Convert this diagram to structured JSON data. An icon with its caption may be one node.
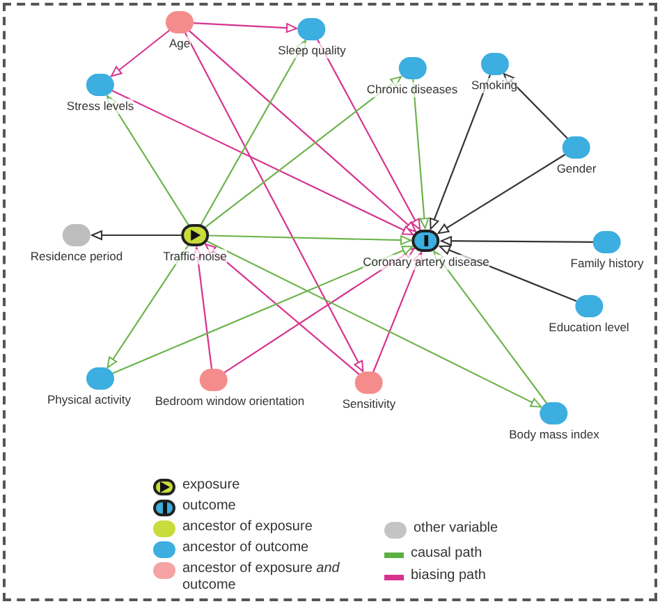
{
  "diagram": {
    "nodes": [
      {
        "text": [
          "Age"
        ]
      },
      {
        "text": [
          "Sleep quality"
        ]
      },
      {
        "text": [
          "Stress levels"
        ]
      },
      {
        "text": [
          "Chronic diseases"
        ]
      },
      {
        "text": [
          "Smoking"
        ]
      },
      {
        "text": [
          "Gender"
        ]
      },
      {
        "text": [
          "Residence period"
        ]
      },
      {
        "text": [
          "Traffic noise"
        ]
      },
      {
        "text": [
          "Coronary artery disease"
        ]
      },
      {
        "text": [
          "Family history"
        ]
      },
      {
        "text": [
          "Education level"
        ]
      },
      {
        "text": [
          "Physical activity"
        ]
      },
      {
        "text": [
          "Bedroom window orientation"
        ]
      },
      {
        "text": [
          "Sensitivity"
        ]
      },
      {
        "text": [
          "Body mass index"
        ]
      }
    ],
    "edges": [
      {
        "from": 0,
        "to": 1,
        "arrow": "to",
        "color": "#d6338f"
      },
      {
        "from": 0,
        "to": 2,
        "arrow": "to",
        "color": "#d6338f"
      },
      {
        "from": 0,
        "to": 8,
        "arrow": "to",
        "color": "#d6338f"
      },
      {
        "from": 0,
        "to": 13,
        "arrow": "to",
        "color": "#d6338f"
      },
      {
        "from": 1,
        "to": 8,
        "arrow": "to",
        "color": "#d6338f"
      },
      {
        "from": 2,
        "to": 8,
        "arrow": "to",
        "color": "#d6338f"
      },
      {
        "from": 12,
        "to": 7,
        "arrow": "to",
        "color": "#d6338f"
      },
      {
        "from": 13,
        "to": 7,
        "arrow": "to",
        "color": "#d6338f"
      },
      {
        "from": 12,
        "to": 8,
        "arrow": "to",
        "color": "#d6338f"
      },
      {
        "from": 13,
        "to": 8,
        "arrow": "to",
        "color": "#d6338f"
      },
      {
        "from": 7,
        "to": 2,
        "arrow": "to",
        "color": "#6cb44c"
      },
      {
        "from": 7,
        "to": 1,
        "arrow": "to",
        "color": "#6cb44c"
      },
      {
        "from": 7,
        "to": 3,
        "arrow": "to",
        "color": "#6cb44c"
      },
      {
        "from": 7,
        "to": 8,
        "arrow": "to",
        "color": "#6cb44c"
      },
      {
        "from": 7,
        "to": 11,
        "arrow": "to",
        "color": "#6cb44c"
      },
      {
        "from": 7,
        "to": 14,
        "arrow": "to",
        "color": "#6cb44c"
      },
      {
        "from": 11,
        "to": 8,
        "arrow": "to",
        "color": "#6cb44c"
      },
      {
        "from": 3,
        "to": 8,
        "arrow": "to",
        "color": "#6cb44c"
      },
      {
        "from": 14,
        "to": 8,
        "arrow": "to",
        "color": "#6cb44c"
      },
      {
        "from": 7,
        "to": 6,
        "arrow": "to",
        "color": "#333333"
      },
      {
        "from": 4,
        "to": 8,
        "arrow": "to",
        "color": "#333333"
      },
      {
        "from": 5,
        "to": 4,
        "arrow": "to",
        "color": "#333333"
      },
      {
        "from": 5,
        "to": 8,
        "arrow": "to",
        "color": "#333333"
      },
      {
        "from": 9,
        "to": 8,
        "arrow": "to",
        "color": "#333333"
      },
      {
        "from": 10,
        "to": 8,
        "arrow": "to",
        "color": "#333333"
      }
    ],
    "legend": [
      {
        "text": "exposure"
      },
      {
        "text": "outcome"
      },
      {
        "text": "ancestor of exposure",
        "color": "#c8dc3c"
      },
      {
        "text": "ancestor of outcome",
        "color": "#3caee0"
      },
      {
        "text": "ancestor of exposure *and* outcome",
        "color": "#f5a3a3"
      },
      {
        "text": "other variable",
        "color": "#c4c4c4"
      },
      {
        "text": "causal path",
        "color": "#5cb043"
      },
      {
        "text": "biasing path",
        "color": "#d6338f"
      }
    ]
  }
}
